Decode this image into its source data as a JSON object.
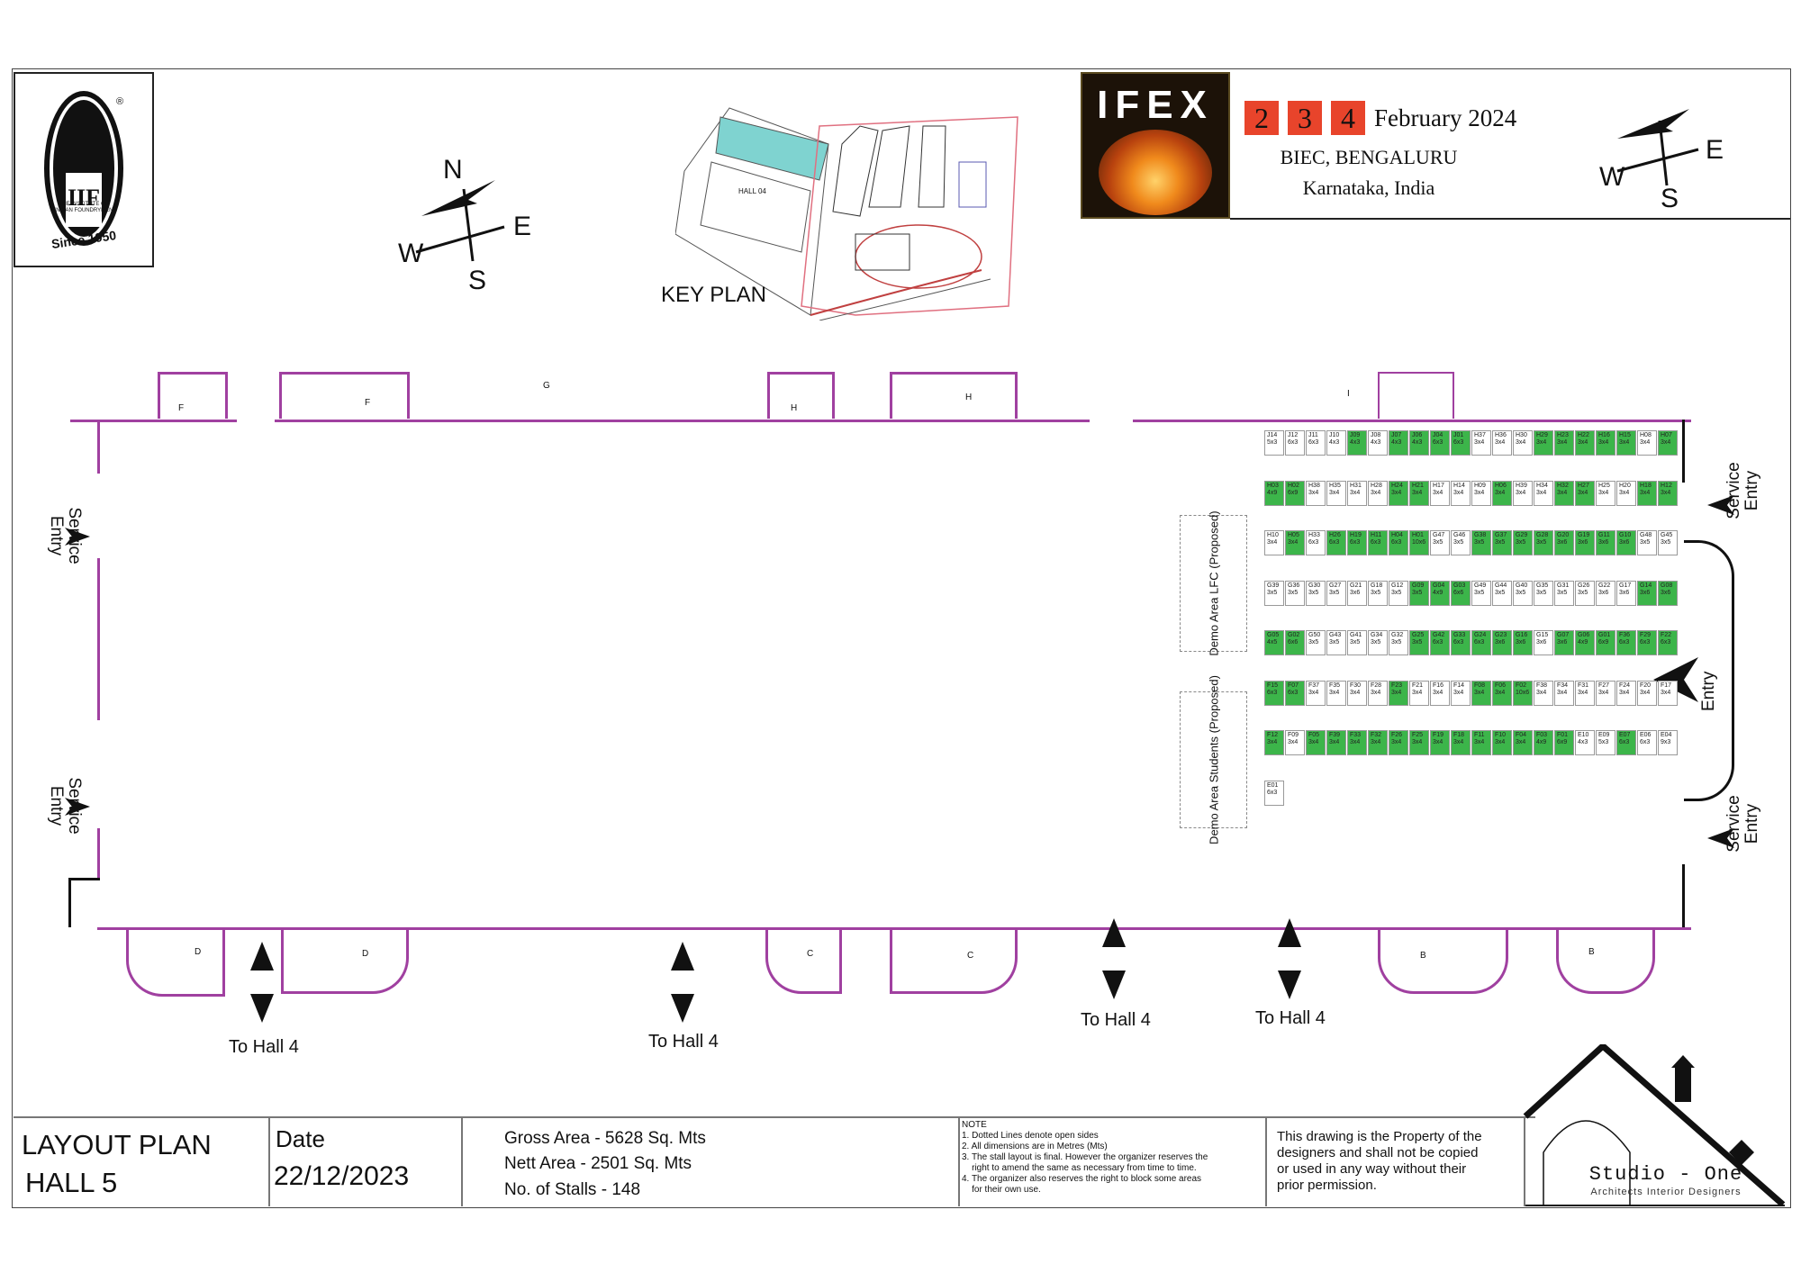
{
  "logo": {
    "text": "THE INSTITUTE OF INDIAN FOUNDRYMEN",
    "since": "Since 1950",
    "mark": "IIF",
    "reg": "®"
  },
  "event": {
    "name": "IFEX",
    "days": [
      "2",
      "3",
      "4"
    ],
    "month_year": "February 2024",
    "venue": "BIEC, BENGALURU",
    "state": "Karnataka, India"
  },
  "compass": {
    "n": "N",
    "s": "S",
    "e": "E",
    "w": "W"
  },
  "key_plan": {
    "label": "KEY PLAN",
    "hall04": "HALL 04"
  },
  "entries": {
    "service": "Service Entry",
    "service_l1": "Service",
    "service_l2": "Entry",
    "entry": "Entry"
  },
  "to_hall": "To Hall 4",
  "demo": {
    "lfc": "Demo Area LFC (Proposed)",
    "students": "Demo Area Students (Proposed)"
  },
  "pavilion_labels": [
    "F",
    "F",
    "G",
    "H",
    "H",
    "I",
    "D",
    "D",
    "C",
    "C",
    "B",
    "B"
  ],
  "stalls": [
    {
      "id": "J14",
      "size": "5x3",
      "g": false
    },
    {
      "id": "J12",
      "size": "6x3",
      "g": false
    },
    {
      "id": "J11",
      "size": "6x3",
      "g": false
    },
    {
      "id": "J10",
      "size": "4x3",
      "g": false
    },
    {
      "id": "J09",
      "size": "4x3",
      "g": true
    },
    {
      "id": "J08",
      "size": "4x3",
      "g": false
    },
    {
      "id": "J07",
      "size": "4x3",
      "g": true
    },
    {
      "id": "J06",
      "size": "4x3",
      "g": true
    },
    {
      "id": "J04",
      "size": "6x3",
      "g": true
    },
    {
      "id": "J01",
      "size": "6x3",
      "g": true
    },
    {
      "id": "H37",
      "size": "3x4",
      "g": false
    },
    {
      "id": "H36",
      "size": "3x4",
      "g": false
    },
    {
      "id": "H30",
      "size": "3x4",
      "g": false
    },
    {
      "id": "H29",
      "size": "3x4",
      "g": true
    },
    {
      "id": "H23",
      "size": "3x4",
      "g": true
    },
    {
      "id": "H22",
      "size": "3x4",
      "g": true
    },
    {
      "id": "H16",
      "size": "3x4",
      "g": true
    },
    {
      "id": "H15",
      "size": "3x4",
      "g": true
    },
    {
      "id": "H08",
      "size": "3x4",
      "g": false
    },
    {
      "id": "H07",
      "size": "3x4",
      "g": true
    },
    {
      "id": "H03",
      "size": "4x9",
      "g": true
    },
    {
      "id": "H02",
      "size": "6x9",
      "g": true
    },
    {
      "id": "H38",
      "size": "3x4",
      "g": false
    },
    {
      "id": "H35",
      "size": "3x4",
      "g": false
    },
    {
      "id": "H31",
      "size": "3x4",
      "g": false
    },
    {
      "id": "H28",
      "size": "3x4",
      "g": false
    },
    {
      "id": "H24",
      "size": "3x4",
      "g": true
    },
    {
      "id": "H21",
      "size": "3x4",
      "g": true
    },
    {
      "id": "H17",
      "size": "3x4",
      "g": false
    },
    {
      "id": "H14",
      "size": "3x4",
      "g": false
    },
    {
      "id": "H09",
      "size": "3x4",
      "g": false
    },
    {
      "id": "H06",
      "size": "3x4",
      "g": true
    },
    {
      "id": "H39",
      "size": "3x4",
      "g": false
    },
    {
      "id": "H34",
      "size": "3x4",
      "g": false
    },
    {
      "id": "H32",
      "size": "3x4",
      "g": true
    },
    {
      "id": "H27",
      "size": "3x4",
      "g": true
    },
    {
      "id": "H25",
      "size": "3x4",
      "g": false
    },
    {
      "id": "H20",
      "size": "3x4",
      "g": false
    },
    {
      "id": "H18",
      "size": "3x4",
      "g": true
    },
    {
      "id": "H12",
      "size": "3x4",
      "g": true
    },
    {
      "id": "H10",
      "size": "3x4",
      "g": false
    },
    {
      "id": "H05",
      "size": "3x4",
      "g": true
    },
    {
      "id": "H33",
      "size": "6x3",
      "g": false
    },
    {
      "id": "H26",
      "size": "6x3",
      "g": true
    },
    {
      "id": "H19",
      "size": "6x3",
      "g": true
    },
    {
      "id": "H11",
      "size": "6x3",
      "g": true
    },
    {
      "id": "H04",
      "size": "6x3",
      "g": true
    },
    {
      "id": "H01",
      "size": "10x6",
      "g": true
    },
    {
      "id": "G47",
      "size": "3x5",
      "g": false
    },
    {
      "id": "G46",
      "size": "3x5",
      "g": false
    },
    {
      "id": "G38",
      "size": "3x5",
      "g": true
    },
    {
      "id": "G37",
      "size": "3x5",
      "g": true
    },
    {
      "id": "G29",
      "size": "3x5",
      "g": true
    },
    {
      "id": "G28",
      "size": "3x5",
      "g": true
    },
    {
      "id": "G20",
      "size": "3x6",
      "g": true
    },
    {
      "id": "G19",
      "size": "3x6",
      "g": true
    },
    {
      "id": "G11",
      "size": "3x6",
      "g": true
    },
    {
      "id": "G10",
      "size": "3x6",
      "g": true
    },
    {
      "id": "G48",
      "size": "3x5",
      "g": false
    },
    {
      "id": "G45",
      "size": "3x5",
      "g": false
    },
    {
      "id": "G39",
      "size": "3x5",
      "g": false
    },
    {
      "id": "G36",
      "size": "3x5",
      "g": false
    },
    {
      "id": "G30",
      "size": "3x5",
      "g": false
    },
    {
      "id": "G27",
      "size": "3x5",
      "g": false
    },
    {
      "id": "G21",
      "size": "3x6",
      "g": false
    },
    {
      "id": "G18",
      "size": "3x5",
      "g": false
    },
    {
      "id": "G12",
      "size": "3x5",
      "g": false
    },
    {
      "id": "G09",
      "size": "3x5",
      "g": true
    },
    {
      "id": "G04",
      "size": "4x9",
      "g": true
    },
    {
      "id": "G03",
      "size": "6x6",
      "g": true
    },
    {
      "id": "G49",
      "size": "3x5",
      "g": false
    },
    {
      "id": "G44",
      "size": "3x5",
      "g": false
    },
    {
      "id": "G40",
      "size": "3x5",
      "g": false
    },
    {
      "id": "G35",
      "size": "3x5",
      "g": false
    },
    {
      "id": "G31",
      "size": "3x5",
      "g": false
    },
    {
      "id": "G26",
      "size": "3x5",
      "g": false
    },
    {
      "id": "G22",
      "size": "3x6",
      "g": false
    },
    {
      "id": "G17",
      "size": "3x6",
      "g": false
    },
    {
      "id": "G14",
      "size": "3x6",
      "g": true
    },
    {
      "id": "G08",
      "size": "3x6",
      "g": true
    },
    {
      "id": "G05",
      "size": "4x5",
      "g": true
    },
    {
      "id": "G02",
      "size": "6x6",
      "g": true
    },
    {
      "id": "G50",
      "size": "3x5",
      "g": false
    },
    {
      "id": "G43",
      "size": "3x5",
      "g": false
    },
    {
      "id": "G41",
      "size": "3x5",
      "g": false
    },
    {
      "id": "G34",
      "size": "3x5",
      "g": false
    },
    {
      "id": "G32",
      "size": "3x5",
      "g": false
    },
    {
      "id": "G25",
      "size": "3x5",
      "g": true
    },
    {
      "id": "G42",
      "size": "6x3",
      "g": true
    },
    {
      "id": "G33",
      "size": "6x3",
      "g": true
    },
    {
      "id": "G24",
      "size": "6x3",
      "g": true
    },
    {
      "id": "G23",
      "size": "3x6",
      "g": true
    },
    {
      "id": "G16",
      "size": "3x6",
      "g": true
    },
    {
      "id": "G15",
      "size": "3x6",
      "g": false
    },
    {
      "id": "G07",
      "size": "3x6",
      "g": true
    },
    {
      "id": "G06",
      "size": "4x9",
      "g": true
    },
    {
      "id": "G01",
      "size": "6x9",
      "g": true
    },
    {
      "id": "F36",
      "size": "6x3",
      "g": true
    },
    {
      "id": "F29",
      "size": "6x3",
      "g": true
    },
    {
      "id": "F22",
      "size": "6x3",
      "g": true
    },
    {
      "id": "F15",
      "size": "6x3",
      "g": true
    },
    {
      "id": "F07",
      "size": "6x3",
      "g": true
    },
    {
      "id": "F37",
      "size": "3x4",
      "g": false
    },
    {
      "id": "F35",
      "size": "3x4",
      "g": false
    },
    {
      "id": "F30",
      "size": "3x4",
      "g": false
    },
    {
      "id": "F28",
      "size": "3x4",
      "g": false
    },
    {
      "id": "F23",
      "size": "3x4",
      "g": true
    },
    {
      "id": "F21",
      "size": "3x4",
      "g": false
    },
    {
      "id": "F16",
      "size": "3x4",
      "g": false
    },
    {
      "id": "F14",
      "size": "3x4",
      "g": false
    },
    {
      "id": "F08",
      "size": "3x4",
      "g": true
    },
    {
      "id": "F06",
      "size": "3x4",
      "g": true
    },
    {
      "id": "F02",
      "size": "10x6",
      "g": true
    },
    {
      "id": "F38",
      "size": "3x4",
      "g": false
    },
    {
      "id": "F34",
      "size": "3x4",
      "g": false
    },
    {
      "id": "F31",
      "size": "3x4",
      "g": false
    },
    {
      "id": "F27",
      "size": "3x4",
      "g": false
    },
    {
      "id": "F24",
      "size": "3x4",
      "g": false
    },
    {
      "id": "F20",
      "size": "3x4",
      "g": false
    },
    {
      "id": "F17",
      "size": "3x4",
      "g": false
    },
    {
      "id": "F12",
      "size": "3x4",
      "g": true
    },
    {
      "id": "F09",
      "size": "3x4",
      "g": false
    },
    {
      "id": "F05",
      "size": "3x4",
      "g": true
    },
    {
      "id": "F39",
      "size": "3x4",
      "g": true
    },
    {
      "id": "F33",
      "size": "3x4",
      "g": true
    },
    {
      "id": "F32",
      "size": "3x4",
      "g": true
    },
    {
      "id": "F26",
      "size": "3x4",
      "g": true
    },
    {
      "id": "F25",
      "size": "3x4",
      "g": true
    },
    {
      "id": "F19",
      "size": "3x4",
      "g": true
    },
    {
      "id": "F18",
      "size": "3x4",
      "g": true
    },
    {
      "id": "F11",
      "size": "3x4",
      "g": true
    },
    {
      "id": "F10",
      "size": "3x4",
      "g": true
    },
    {
      "id": "F04",
      "size": "3x4",
      "g": true
    },
    {
      "id": "F03",
      "size": "4x9",
      "g": true
    },
    {
      "id": "F01",
      "size": "6x9",
      "g": true
    },
    {
      "id": "E10",
      "size": "4x3",
      "g": false
    },
    {
      "id": "E09",
      "size": "5x3",
      "g": false
    },
    {
      "id": "E07",
      "size": "6x3",
      "g": true
    },
    {
      "id": "E06",
      "size": "6x3",
      "g": false
    },
    {
      "id": "E04",
      "size": "9x3",
      "g": false
    },
    {
      "id": "E01",
      "size": "6x3",
      "g": false
    }
  ],
  "title_block": {
    "title1": "LAYOUT PLAN",
    "title2": "HALL 5",
    "date_label": "Date",
    "date_value": "22/12/2023",
    "gross": "Gross Area - 5628 Sq. Mts",
    "nett": "Nett Area - 2501 Sq. Mts",
    "stalls": "No. of Stalls - 148",
    "note_head": "NOTE",
    "notes": [
      "1. Dotted Lines denote open sides",
      "2. All dimensions are in Metres (Mts)",
      "3. The stall layout is final. However the organizer reserves the",
      "    right to amend the same as necessary from time to time.",
      "4. The organizer also reserves the right to block some areas",
      "    for their own use."
    ],
    "property_lines": [
      "This drawing is the Property of the",
      "designers and shall not be copied",
      "or used in any way without their",
      "prior permission."
    ],
    "studio": "Studio - One",
    "studio_sub": "Architects Interior Designers"
  },
  "colors": {
    "stall_green": "#3cb54a",
    "wall_purple": "#a040a0",
    "date_red": "#e8442b",
    "key_plan_cyan": "#7fd3d0"
  }
}
